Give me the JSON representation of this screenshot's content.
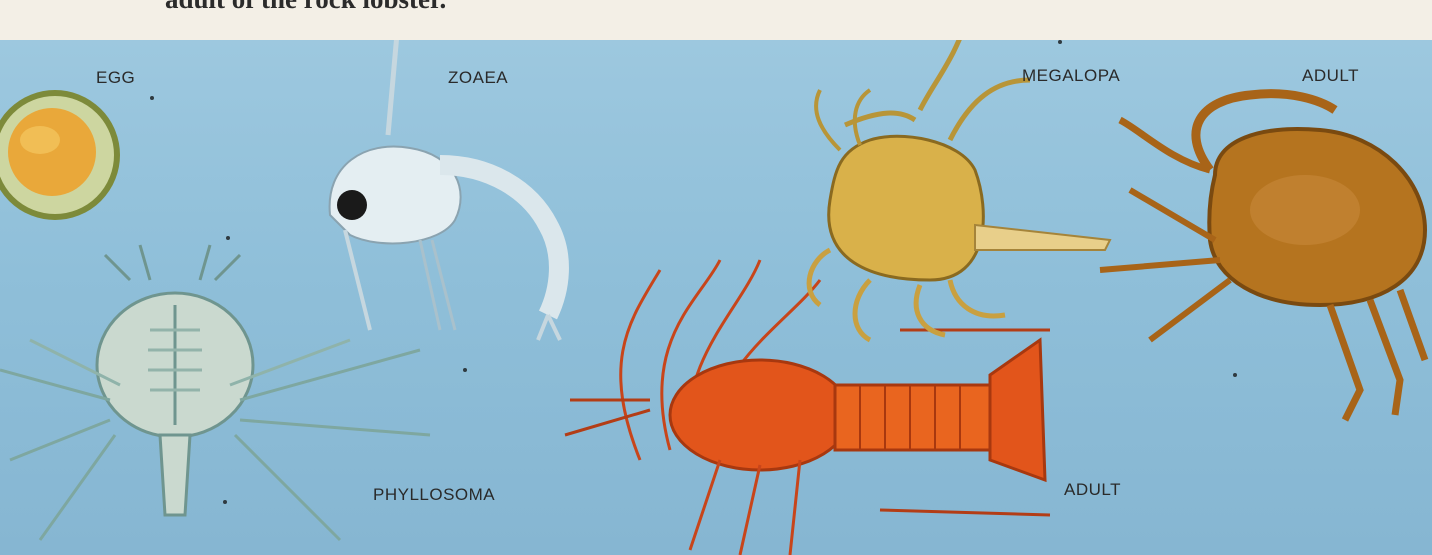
{
  "caption": {
    "text": "adult of the rock lobster."
  },
  "labels": {
    "egg": "EGG",
    "zoaea": "ZOAEA",
    "megalopa": "MEGALOPA",
    "crab_adult": "ADULT",
    "phyllosoma": "PHYLLOSOMA",
    "lobster_adult": "ADULT"
  },
  "colors": {
    "water": "#8fbfd9",
    "paper": "#f3efe6",
    "lobster": "#e2551b",
    "crab": "#b5741f",
    "megalopa": "#d9b14a",
    "egg_yolk": "#e8a12a",
    "larva": "#cfe3ec"
  }
}
